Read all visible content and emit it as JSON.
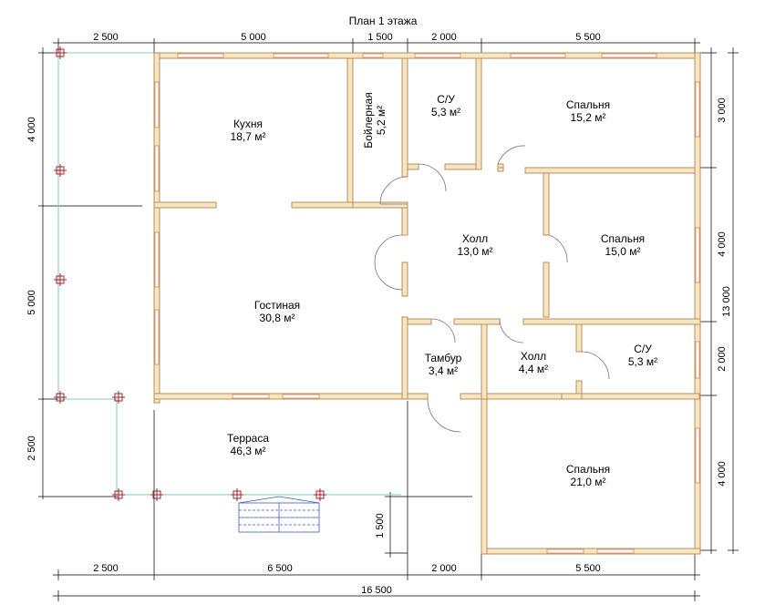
{
  "title": "План 1 этажа",
  "rooms": [
    {
      "name": "Кухня",
      "area": "18,7 м²"
    },
    {
      "name": "Бойлерная",
      "area": "5,2 м²"
    },
    {
      "name": "С/У",
      "area": "5,3 м²"
    },
    {
      "name": "Спальня",
      "area": "15,2 м²"
    },
    {
      "name": "Холл",
      "area": "13,0 м²"
    },
    {
      "name": "Спальня",
      "area": "15,0 м²"
    },
    {
      "name": "Гостиная",
      "area": "30,8 м²"
    },
    {
      "name": "Тамбур",
      "area": "3,4 м²"
    },
    {
      "name": "Холл",
      "area": "4,4 м²"
    },
    {
      "name": "С/У",
      "area": "5,3 м²"
    },
    {
      "name": "Терраса",
      "area": "46,3 м²"
    },
    {
      "name": "Спальня",
      "area": "21,0 м²"
    }
  ],
  "dims": {
    "top": [
      "2 500",
      "5 000",
      "1 500",
      "2 000",
      "5 500"
    ],
    "bottom": [
      "2 500",
      "6 500",
      "2 000",
      "5 500"
    ],
    "total_width": "16 500",
    "left": [
      "4 000",
      "5 000",
      "2 500"
    ],
    "right": [
      "3 000",
      "4 000",
      "2 000",
      "4 000"
    ],
    "total_height": "13 000",
    "stair": "1 500"
  }
}
